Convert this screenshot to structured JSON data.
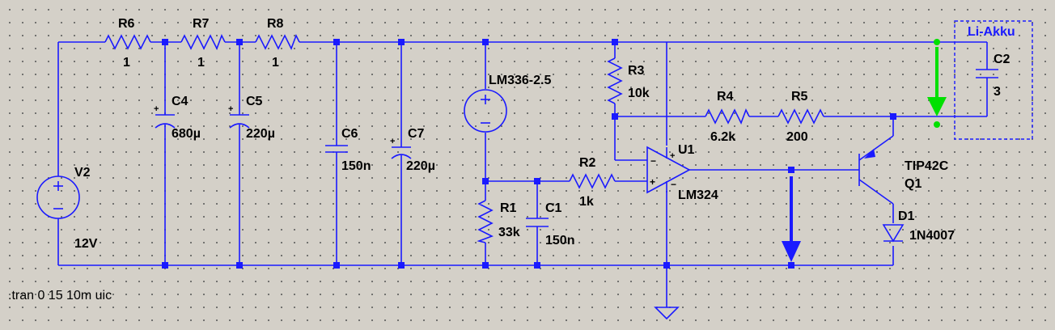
{
  "components": {
    "R6": {
      "ref": "R6",
      "value": "1"
    },
    "R7": {
      "ref": "R7",
      "value": "1"
    },
    "R8": {
      "ref": "R8",
      "value": "1"
    },
    "C4": {
      "ref": "C4",
      "value": "680µ"
    },
    "C5": {
      "ref": "C5",
      "value": "220µ"
    },
    "C6": {
      "ref": "C6",
      "value": "150n"
    },
    "C7": {
      "ref": "C7",
      "value": "220µ"
    },
    "V2": {
      "ref": "V2",
      "value": "12V"
    },
    "LM336": {
      "ref": "LM336-2.5"
    },
    "R1": {
      "ref": "R1",
      "value": "33k"
    },
    "C1": {
      "ref": "C1",
      "value": "150n"
    },
    "R2": {
      "ref": "R2",
      "value": "1k"
    },
    "R3": {
      "ref": "R3",
      "value": "10k"
    },
    "U1": {
      "ref": "U1",
      "value": "LM324"
    },
    "R4": {
      "ref": "R4",
      "value": "6.2k"
    },
    "R5": {
      "ref": "R5",
      "value": "200"
    },
    "Q1": {
      "ref": "Q1",
      "value": "TIP42C"
    },
    "D1": {
      "ref": "D1",
      "value": "1N4007"
    },
    "C2": {
      "ref": "C2",
      "value": "3"
    }
  },
  "box_label": "Li-Akku",
  "directive": ".tran 0 15 10m uic",
  "colors": {
    "wire": "#1a1aff",
    "probe_voltage": "#00e000",
    "probe_current": "#1a1aff",
    "background": "#d4d0c8"
  }
}
